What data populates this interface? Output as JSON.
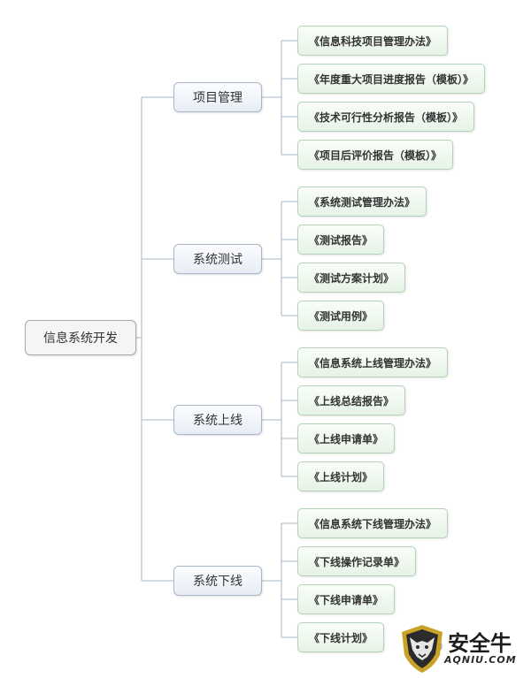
{
  "root": {
    "label": "信息系统开发"
  },
  "branches": [
    {
      "label": "项目管理",
      "leaves": [
        "《信息科技项目管理办法》",
        "《年度重大项目进度报告（模板）》",
        "《技术可行性分析报告（模板）》",
        "《项目后评价报告（模板）》"
      ]
    },
    {
      "label": "系统测试",
      "leaves": [
        "《系统测试管理办法》",
        "《测试报告》",
        "《测试方案计划》",
        "《测试用例》"
      ]
    },
    {
      "label": "系统上线",
      "leaves": [
        "《信息系统上线管理办法》",
        "《上线总结报告》",
        "《上线申请单》",
        "《上线计划》"
      ]
    },
    {
      "label": "系统下线",
      "leaves": [
        "《信息系统下线管理办法》",
        "《下线操作记录单》",
        "《下线申请单》",
        "《下线计划》"
      ]
    }
  ],
  "watermark": {
    "name": "安全牛",
    "url": "AQNIU.COM",
    "colors": {
      "shield": "#c9a227",
      "text": "#1c1c1c"
    }
  },
  "colors": {
    "connector": "#b7c4d2",
    "branch_border": "#a9b6c8",
    "leaf_border": "#b6d2b6",
    "leaf_fill": "#e7f3e7"
  }
}
